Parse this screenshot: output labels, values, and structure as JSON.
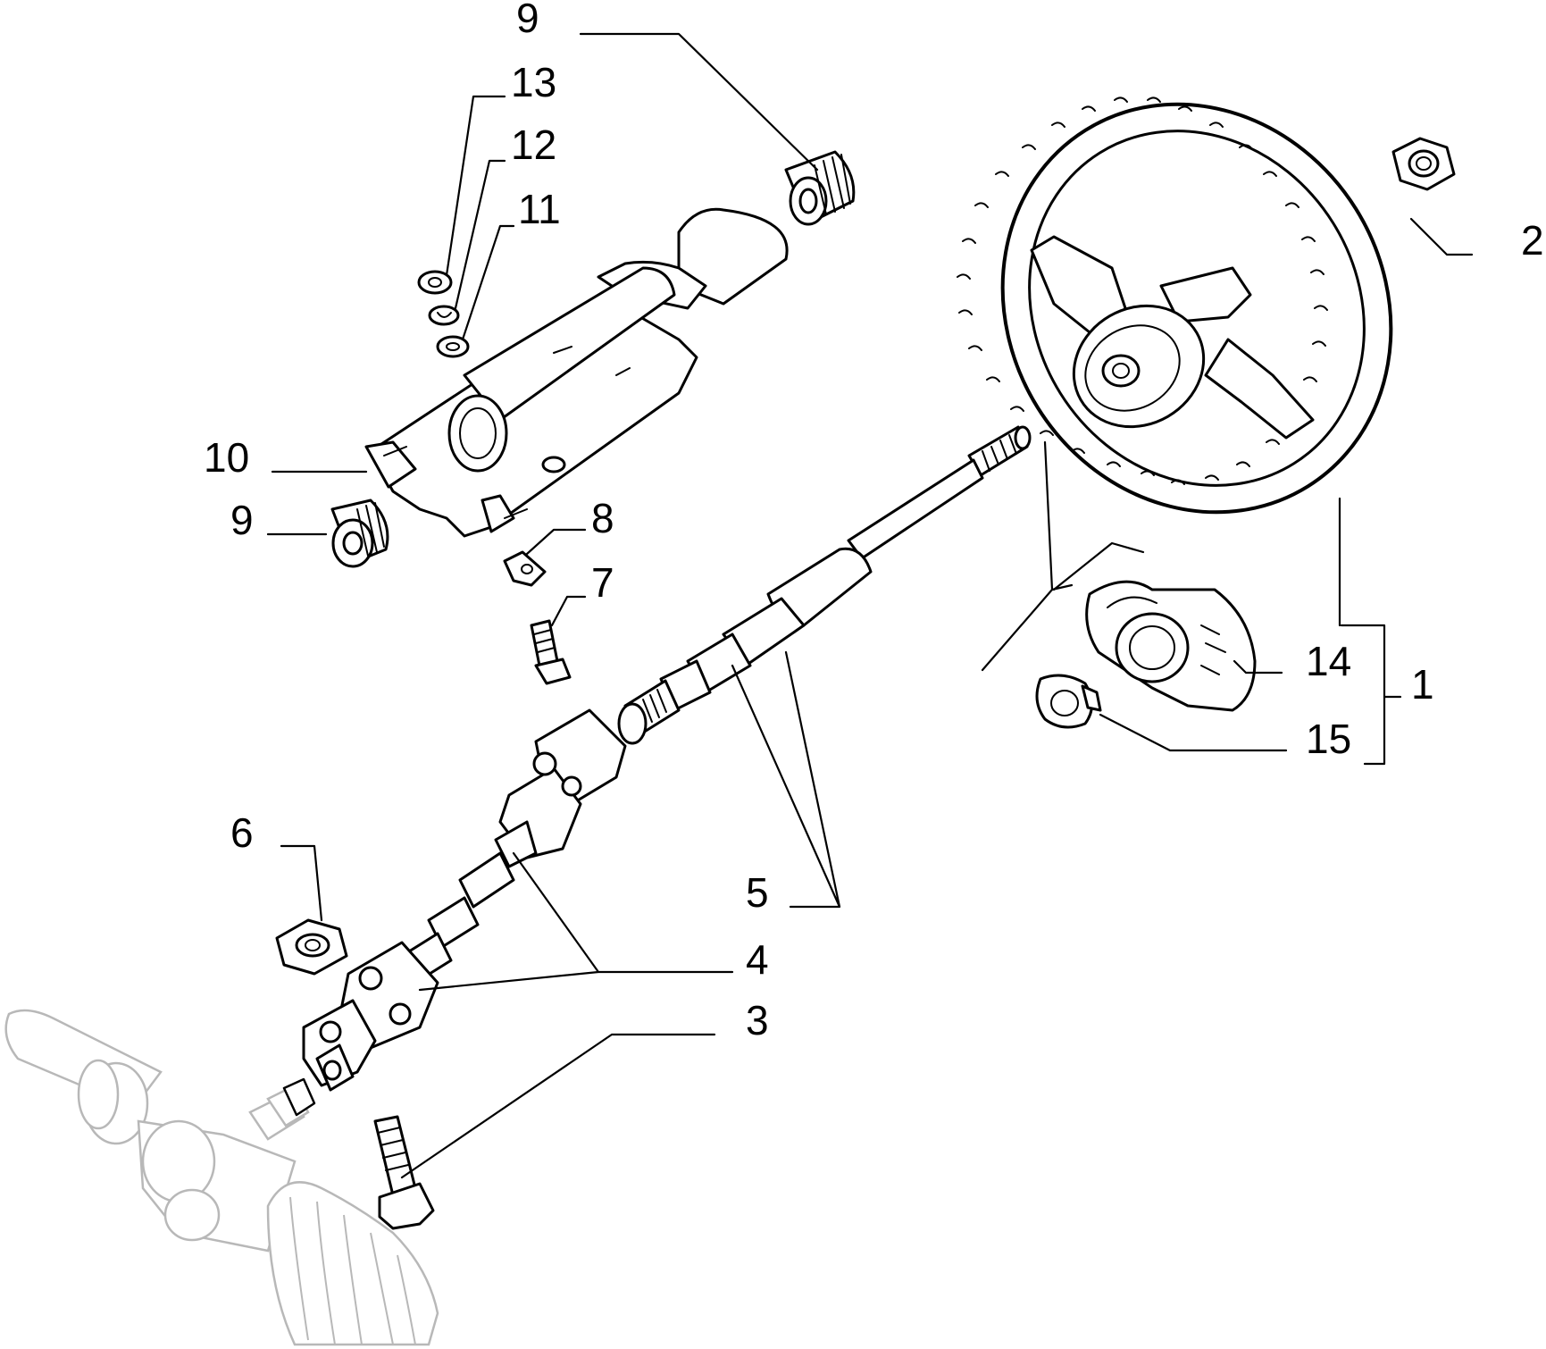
{
  "callouts": {
    "c1": "1",
    "c2": "2",
    "c3": "3",
    "c4": "4",
    "c5": "5",
    "c6": "6",
    "c7": "7",
    "c8": "8",
    "c9_top": "9",
    "c9_left": "9",
    "c10": "10",
    "c11": "11",
    "c12": "12",
    "c13": "13",
    "c14": "14",
    "c15": "15"
  },
  "colors": {
    "line": "#000000",
    "ghost": "#b8b8b8",
    "background": "#ffffff"
  }
}
